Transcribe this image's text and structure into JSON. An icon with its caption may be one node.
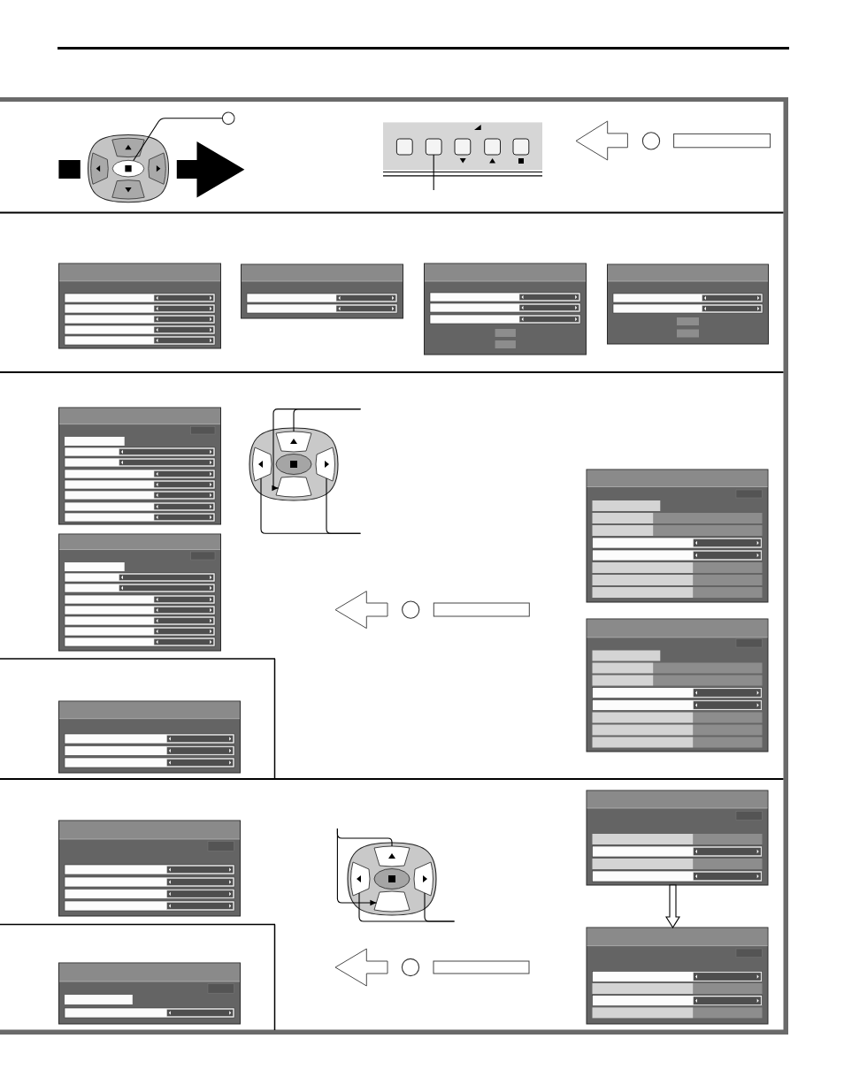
{
  "diagram": {
    "nodes": [
      {
        "text": [],
        "shape": "circle"
      },
      {
        "text": [],
        "shape": "ellipse"
      },
      {
        "text": [],
        "shape": "box"
      },
      {
        "text": [],
        "shape": "box"
      },
      {
        "text": [],
        "shape": "box"
      },
      {
        "text": [],
        "shape": "box"
      },
      {
        "text": [],
        "shape": "box"
      },
      {
        "text": [],
        "shape": "picture"
      },
      {
        "text": [],
        "shape": "picture"
      },
      {
        "text": [],
        "shape": "picture"
      },
      {
        "text": [],
        "shape": "picture"
      },
      {
        "text": [],
        "shape": "picture"
      },
      {
        "text": [],
        "shape": "picture"
      },
      {
        "text": [],
        "shape": "picture"
      },
      {
        "text": [],
        "shape": "box"
      },
      {
        "text": [],
        "shape": "box"
      },
      {
        "text": [],
        "shape": "box"
      },
      {
        "text": [],
        "shape": "box"
      },
      {
        "text": [],
        "shape": "picture"
      },
      {
        "text": [],
        "shape": "picture"
      },
      {
        "text": [],
        "shape": "picture"
      },
      {
        "text": [],
        "shape": "picture"
      },
      {
        "text": [],
        "shape": "box"
      },
      {
        "text": [],
        "shape": "box"
      },
      {
        "text": [],
        "shape": "box"
      },
      {
        "text": [],
        "shape": "box"
      },
      {
        "text": [],
        "shape": "picture"
      },
      {
        "text": [],
        "shape": "picture"
      }
    ],
    "edges": [
      {
        "from": 0,
        "to": 1,
        "arrow": "none"
      },
      {
        "from": 3,
        "to": null,
        "arrow": "none"
      },
      {
        "from": null,
        "to": 14,
        "arrow": "none"
      },
      {
        "from": null,
        "to": 17,
        "arrow": "to"
      },
      {
        "from": null,
        "to": 15,
        "arrow": "none"
      },
      {
        "from": null,
        "to": 16,
        "arrow": "none"
      },
      {
        "from": null,
        "to": 22,
        "arrow": "none"
      },
      {
        "from": null,
        "to": 25,
        "arrow": "to"
      },
      {
        "from": null,
        "to": 23,
        "arrow": "none"
      },
      {
        "from": null,
        "to": 24,
        "arrow": "none"
      },
      {
        "from": 26,
        "to": 27,
        "arrow": "to"
      }
    ]
  }
}
